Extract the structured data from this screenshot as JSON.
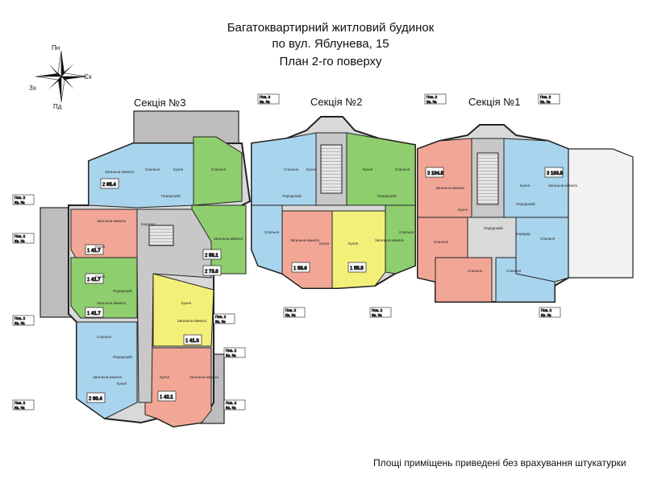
{
  "header": {
    "line1": "Багатоквартирний житловий будинок",
    "line2": "по вул. Яблунева, 15",
    "line3": "План 2-го поверху"
  },
  "compass": {
    "north": "Пн",
    "south": "Пд",
    "east": "Сх",
    "west": "Зх"
  },
  "sections": [
    {
      "label": "Секція №3"
    },
    {
      "label": "Секція №2"
    },
    {
      "label": "Секція №1"
    }
  ],
  "footnote": "Площі приміщень приведені без врахування штукатурки",
  "colors": {
    "blue": "#a9d4ee",
    "green": "#8fce6e",
    "salmon": "#f2a796",
    "yellow": "#f3f07a",
    "gray": "#bdbdbd",
    "wall": "#222222"
  },
  "room_labels": {
    "living": "Загальна кімната",
    "bedroom": "Спальня",
    "kitchen": "Кухня",
    "hall": "Передпокій",
    "corridor": "Коридор"
  },
  "apartments": [
    {
      "rooms": "1",
      "total": "41.7"
    },
    {
      "rooms": "1",
      "total": "41.7"
    },
    {
      "rooms": "1",
      "total": "41.7"
    },
    {
      "rooms": "2",
      "total": "65.4"
    },
    {
      "rooms": "2",
      "total": "58.1"
    },
    {
      "rooms": "2",
      "total": "73.0"
    },
    {
      "rooms": "1",
      "total": "41.3"
    },
    {
      "rooms": "1",
      "total": "42.1"
    },
    {
      "rooms": "2",
      "total": "60.4"
    },
    {
      "rooms": "1",
      "total": "58.6"
    },
    {
      "rooms": "1",
      "total": "55.5"
    },
    {
      "rooms": "3",
      "total": "104.5"
    },
    {
      "rooms": "3",
      "total": "103.8"
    }
  ],
  "tags": {
    "floor_label": "Пов.",
    "floor_value": "2",
    "apt_label": "Кв. №"
  }
}
